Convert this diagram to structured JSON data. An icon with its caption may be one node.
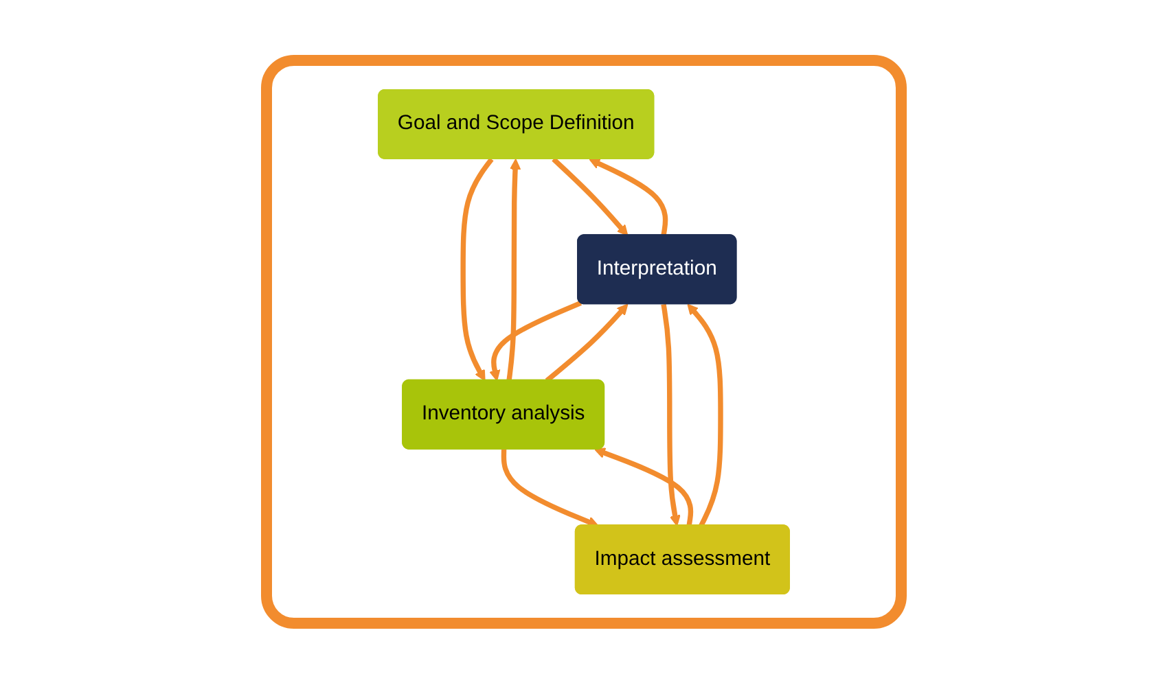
{
  "diagram": {
    "nodes": [
      {
        "text": [
          "Goal and Scope Definition"
        ]
      },
      {
        "text": [
          "Inventory analysis"
        ]
      },
      {
        "text": [
          "Impact assessment"
        ]
      },
      {
        "text": [
          "Interpretation"
        ]
      }
    ],
    "edges": [
      {
        "from": 3,
        "to": 0,
        "arrow": "to"
      },
      {
        "from": 0,
        "to": 3,
        "arrow": "to"
      },
      {
        "from": 1,
        "to": 0,
        "arrow": "to"
      },
      {
        "from": 0,
        "to": 1,
        "arrow": "to"
      },
      {
        "from": 3,
        "to": 1,
        "arrow": "to"
      },
      {
        "from": 1,
        "to": 3,
        "arrow": "to"
      },
      {
        "from": 2,
        "to": 1,
        "arrow": "to"
      },
      {
        "from": 1,
        "to": 2,
        "arrow": "to"
      },
      {
        "from": 2,
        "to": 3,
        "arrow": "to"
      },
      {
        "from": 3,
        "to": 2,
        "arrow": "to"
      }
    ]
  }
}
